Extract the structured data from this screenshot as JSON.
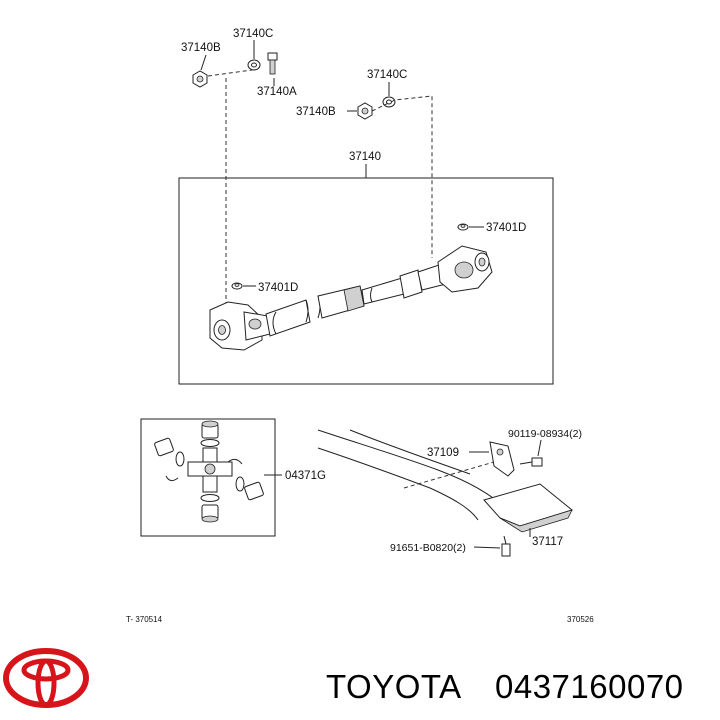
{
  "diagram": {
    "labels": {
      "p37140B_top": "37140B",
      "p37140C_top": "37140C",
      "p37140A": "37140A",
      "p37140C_mid": "37140C",
      "p37140B_mid": "37140B",
      "p37140": "37140",
      "p37401D_right": "37401D",
      "p37401D_left": "37401D",
      "p04371G": "04371G",
      "p37109": "37109",
      "p90119": "90119-08934(2)",
      "p37117": "37117",
      "p91651": "91651-B0820(2)"
    },
    "codes": {
      "left": "T- 370514",
      "right": "370526"
    }
  },
  "footer": {
    "brand": "TOYOTA",
    "part_number": "0437160070",
    "logo_color": "#d7141a"
  }
}
